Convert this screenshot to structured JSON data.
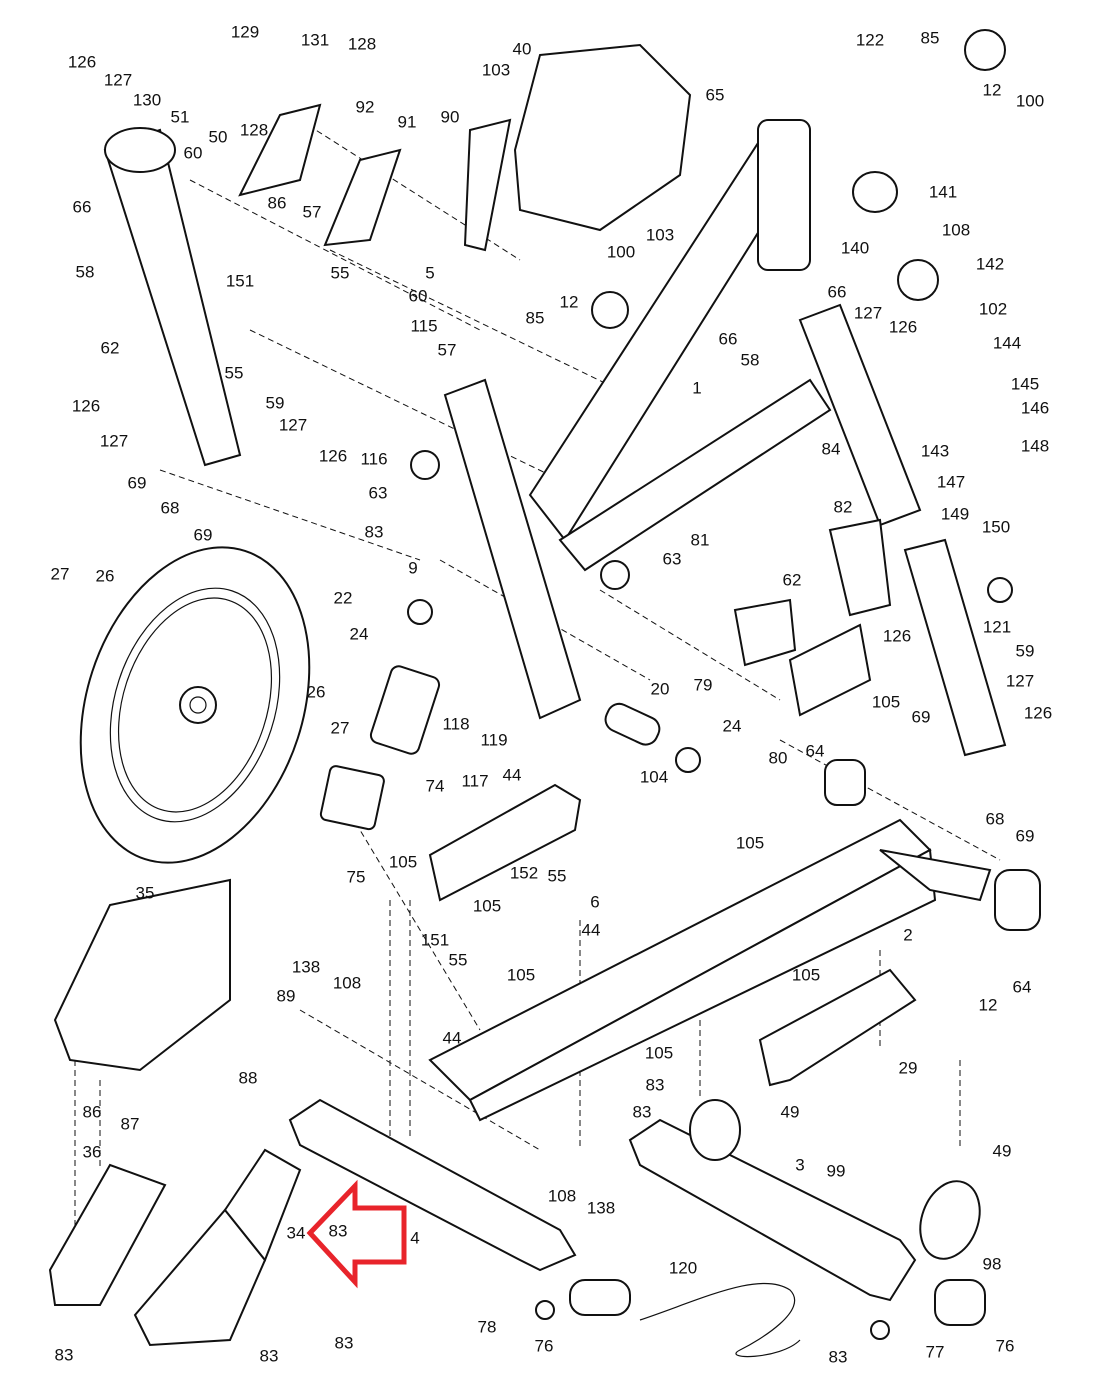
{
  "diagram": {
    "highlight": {
      "part": "83",
      "color": "#e8242b",
      "icon": "red-arrow-icon"
    },
    "part_labels": [
      "126",
      "127",
      "130",
      "51",
      "129",
      "131",
      "128",
      "92",
      "128",
      "50",
      "60",
      "66",
      "86",
      "57",
      "91",
      "90",
      "40",
      "103",
      "103",
      "122",
      "85",
      "65",
      "12",
      "100",
      "141",
      "140",
      "108",
      "142",
      "102",
      "144",
      "145",
      "146",
      "143",
      "148",
      "147",
      "149",
      "150",
      "121",
      "59",
      "127",
      "126",
      "126",
      "105",
      "69",
      "68",
      "69",
      "64",
      "80",
      "79",
      "81",
      "84",
      "82",
      "62",
      "63",
      "66",
      "127",
      "126",
      "66",
      "58",
      "1",
      "100",
      "12",
      "85",
      "5",
      "60",
      "55",
      "151",
      "58",
      "62",
      "55",
      "115",
      "57",
      "126",
      "127",
      "59",
      "127",
      "126",
      "116",
      "63",
      "83",
      "69",
      "68",
      "69",
      "9",
      "27",
      "26",
      "22",
      "24",
      "26",
      "27",
      "118",
      "119",
      "44",
      "20",
      "24",
      "74",
      "117",
      "75",
      "104",
      "105",
      "6",
      "44",
      "152",
      "55",
      "105",
      "105",
      "151",
      "55",
      "105",
      "35",
      "89",
      "138",
      "108",
      "44",
      "105",
      "83",
      "83",
      "49",
      "29",
      "105",
      "2",
      "12",
      "64",
      "86",
      "87",
      "88",
      "36",
      "34",
      "83",
      "4",
      "108",
      "138",
      "3",
      "99",
      "49",
      "98",
      "120",
      "78",
      "76",
      "76",
      "83",
      "77",
      "83",
      "83",
      "83"
    ]
  }
}
